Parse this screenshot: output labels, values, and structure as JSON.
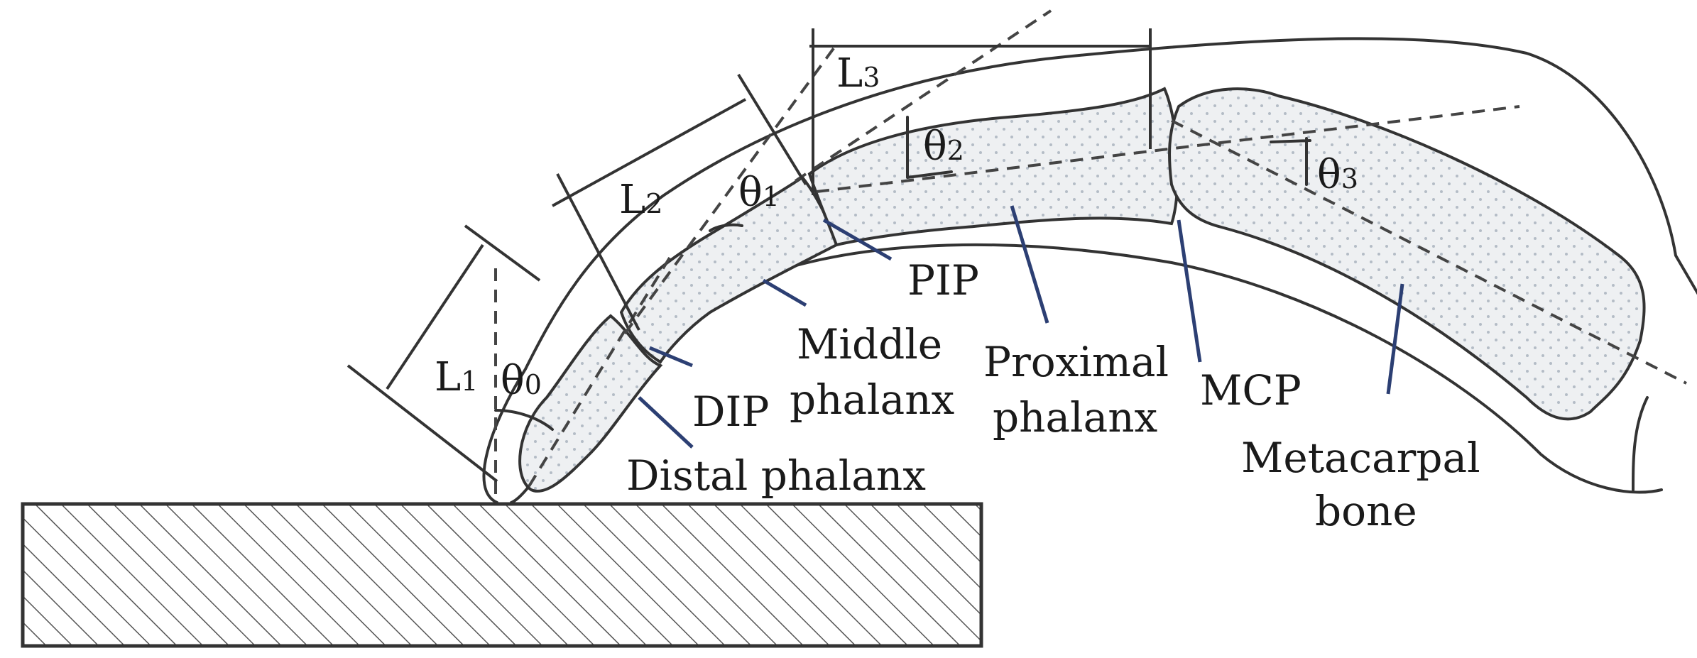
{
  "diagram": {
    "dimensions": [
      {
        "id": "L1",
        "letter": "L",
        "sub": "1"
      },
      {
        "id": "L2",
        "letter": "L",
        "sub": "2"
      },
      {
        "id": "L3",
        "letter": "L",
        "sub": "3"
      }
    ],
    "angles": [
      {
        "id": "theta0",
        "letter": "θ",
        "sub": "0"
      },
      {
        "id": "theta1",
        "letter": "θ",
        "sub": "1"
      },
      {
        "id": "theta2",
        "letter": "θ",
        "sub": "2"
      },
      {
        "id": "theta3",
        "letter": "θ",
        "sub": "3"
      }
    ],
    "joints": {
      "dip": "DIP",
      "pip": "PIP",
      "mcp": "MCP"
    },
    "bones": {
      "distal": "Distal phalanx",
      "middle_1": "Middle",
      "middle_2": "phalanx",
      "proximal_1": "Proximal",
      "proximal_2": "phalanx",
      "metacarpal_1": "Metacarpal",
      "metacarpal_2": "bone"
    },
    "colors": {
      "pointer": "#2c3f73",
      "outline": "#333333",
      "bone_fill": "#eef0f2"
    }
  }
}
